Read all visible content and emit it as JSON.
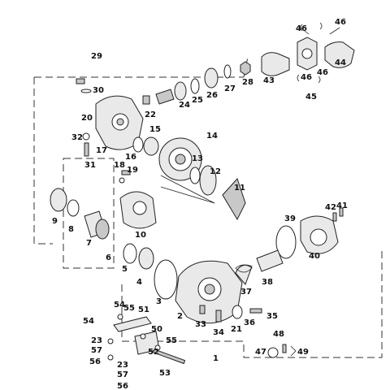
{
  "callouts": [
    "1",
    "2",
    "3",
    "4",
    "5",
    "6",
    "7",
    "8",
    "9",
    "10",
    "11",
    "12",
    "13",
    "14",
    "15",
    "16",
    "17",
    "18",
    "19",
    "20",
    "21",
    "22",
    "23",
    "23",
    "24",
    "25",
    "26",
    "27",
    "28",
    "29",
    "30",
    "31",
    "32",
    "33",
    "34",
    "35",
    "36",
    "37",
    "38",
    "39",
    "40",
    "41",
    "42",
    "43",
    "44",
    "45",
    "46",
    "46",
    "46",
    "46",
    "47",
    "48",
    "49",
    "50",
    "51",
    "52",
    "53",
    "54",
    "54",
    "55",
    "55",
    "56",
    "56",
    "57",
    "57"
  ]
}
